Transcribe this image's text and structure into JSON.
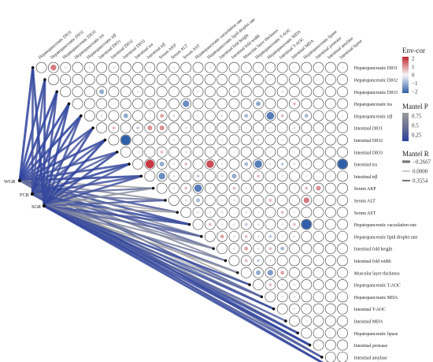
{
  "chart_data": {
    "type": "heatmap",
    "variables": [
      "Hepatopancreatic DIO1",
      "Hepatopancreatic DIO2",
      "Hepatopancreatic DIO3",
      "Hepatopancreatic tra",
      "Hepatopancreatic trβ",
      "Intestinal DIO1",
      "Intestinal DIO2",
      "Intestinal DIO3",
      "Intestinal tra",
      "Intestinal trβ",
      "Serum AKP",
      "Serum ALT",
      "Serum AST",
      "Hepatopancreatic vacuolation rate",
      "Hepatopancreatic lipid droplet rate",
      "Intestinal fold height",
      "Intestinal fold width",
      "Muscular layer thickness",
      "Hepatopancreatic T-AOC",
      "Hepatopancreatic MDA",
      "Intestinal T-AOC",
      "Intestinal MDA",
      "Hepatopancreatic lipase",
      "Intestinal protease",
      "Intestinal amylase",
      "Intestinal lipase"
    ],
    "correlations": [
      [
        0,
        1,
        0.6
      ],
      [
        0,
        2,
        -0.2
      ],
      [
        0,
        4,
        0.1
      ],
      [
        0,
        6,
        -0.2
      ],
      [
        0,
        9,
        -0.1
      ],
      [
        0,
        11,
        0.1
      ],
      [
        0,
        14,
        -0.1
      ],
      [
        0,
        17,
        0.1
      ],
      [
        0,
        21,
        -0.1
      ],
      [
        0,
        23,
        0.1
      ],
      [
        0,
        25,
        -0.1
      ],
      [
        1,
        2,
        0.2
      ],
      [
        1,
        7,
        -0.1
      ],
      [
        1,
        10,
        0.1
      ],
      [
        1,
        15,
        -0.1
      ],
      [
        1,
        19,
        0.1
      ],
      [
        1,
        24,
        0.1
      ],
      [
        2,
        5,
        -0.5
      ],
      [
        2,
        8,
        0.1
      ],
      [
        2,
        13,
        -0.2
      ],
      [
        2,
        16,
        0.1
      ],
      [
        2,
        20,
        -0.2
      ],
      [
        2,
        22,
        0.1
      ],
      [
        3,
        6,
        -0.1
      ],
      [
        3,
        9,
        0.2
      ],
      [
        3,
        12,
        -0.7
      ],
      [
        3,
        14,
        0.1
      ],
      [
        3,
        18,
        -0.5
      ],
      [
        3,
        21,
        0.3
      ],
      [
        3,
        24,
        -0.1
      ],
      [
        4,
        5,
        -0.2
      ],
      [
        4,
        7,
        -0.5
      ],
      [
        4,
        10,
        0.4
      ],
      [
        4,
        11,
        -0.2
      ],
      [
        4,
        13,
        0.1
      ],
      [
        4,
        15,
        -0.2
      ],
      [
        4,
        17,
        -0.4
      ],
      [
        4,
        19,
        -0.8
      ],
      [
        4,
        20,
        0.3
      ],
      [
        4,
        22,
        -0.4
      ],
      [
        4,
        25,
        0.1
      ],
      [
        5,
        6,
        0.3
      ],
      [
        5,
        8,
        -0.3
      ],
      [
        5,
        9,
        0.5
      ],
      [
        5,
        10,
        0.5
      ],
      [
        5,
        12,
        -0.2
      ],
      [
        5,
        14,
        0.1
      ],
      [
        5,
        17,
        0.1
      ],
      [
        5,
        19,
        -0.1
      ],
      [
        5,
        21,
        0.2
      ],
      [
        6,
        7,
        -1.0
      ],
      [
        6,
        9,
        0.1
      ],
      [
        6,
        11,
        0.2
      ],
      [
        6,
        13,
        -0.1
      ],
      [
        6,
        15,
        0.1
      ],
      [
        6,
        18,
        0.2
      ],
      [
        6,
        20,
        -0.1
      ],
      [
        6,
        22,
        0.1
      ],
      [
        7,
        8,
        0.1
      ],
      [
        7,
        10,
        0.3
      ],
      [
        7,
        12,
        -0.2
      ],
      [
        7,
        14,
        0.1
      ],
      [
        7,
        16,
        -0.1
      ],
      [
        7,
        19,
        0.1
      ],
      [
        7,
        21,
        -0.1
      ],
      [
        8,
        9,
        0.9
      ],
      [
        8,
        10,
        -0.5
      ],
      [
        8,
        11,
        -0.2
      ],
      [
        8,
        12,
        0.3
      ],
      [
        8,
        14,
        0.8
      ],
      [
        8,
        15,
        0.2
      ],
      [
        8,
        17,
        -0.4
      ],
      [
        8,
        18,
        -0.8
      ],
      [
        8,
        19,
        0.2
      ],
      [
        8,
        20,
        -0.3
      ],
      [
        8,
        21,
        0.2
      ],
      [
        8,
        22,
        -0.2
      ],
      [
        8,
        25,
        -1.0
      ],
      [
        9,
        10,
        -0.7
      ],
      [
        9,
        11,
        0.2
      ],
      [
        9,
        12,
        -0.1
      ],
      [
        9,
        13,
        -0.3
      ],
      [
        9,
        15,
        0.2
      ],
      [
        9,
        16,
        -0.5
      ],
      [
        9,
        18,
        0.3
      ],
      [
        9,
        20,
        -0.2
      ],
      [
        9,
        22,
        0.1
      ],
      [
        9,
        24,
        -0.1
      ],
      [
        10,
        11,
        -0.2
      ],
      [
        10,
        12,
        0.3
      ],
      [
        10,
        13,
        -0.8
      ],
      [
        10,
        14,
        0.2
      ],
      [
        10,
        16,
        0.3
      ],
      [
        10,
        17,
        -0.2
      ],
      [
        10,
        19,
        0.2
      ],
      [
        10,
        21,
        0.1
      ],
      [
        10,
        22,
        0.3
      ],
      [
        10,
        23,
        0.5
      ],
      [
        11,
        12,
        0.2
      ],
      [
        11,
        13,
        -0.4
      ],
      [
        11,
        15,
        0.1
      ],
      [
        11,
        16,
        -0.2
      ],
      [
        11,
        18,
        -0.1
      ],
      [
        11,
        19,
        0.3
      ],
      [
        11,
        20,
        -0.1
      ],
      [
        11,
        22,
        0.6
      ],
      [
        12,
        13,
        0.2
      ],
      [
        12,
        14,
        -0.2
      ],
      [
        12,
        15,
        0.2
      ],
      [
        12,
        17,
        0.2
      ],
      [
        12,
        18,
        -0.1
      ],
      [
        12,
        20,
        0.3
      ],
      [
        12,
        21,
        -0.1
      ],
      [
        13,
        14,
        0.3
      ],
      [
        13,
        15,
        -0.2
      ],
      [
        13,
        16,
        0.2
      ],
      [
        13,
        17,
        -0.3
      ],
      [
        13,
        18,
        0.2
      ],
      [
        13,
        20,
        -0.2
      ],
      [
        13,
        21,
        0.3
      ],
      [
        13,
        22,
        -1.0
      ],
      [
        14,
        15,
        0.4
      ],
      [
        14,
        16,
        -0.2
      ],
      [
        14,
        17,
        0.3
      ],
      [
        14,
        18,
        0.2
      ],
      [
        14,
        19,
        -0.3
      ],
      [
        14,
        20,
        0.1
      ],
      [
        14,
        21,
        0.2
      ],
      [
        15,
        16,
        -0.2
      ],
      [
        15,
        17,
        0.4
      ],
      [
        15,
        18,
        -0.2
      ],
      [
        15,
        19,
        0.3
      ],
      [
        15,
        20,
        -0.4
      ],
      [
        16,
        17,
        0.3
      ],
      [
        16,
        18,
        -0.3
      ],
      [
        16,
        19,
        0.2
      ],
      [
        16,
        21,
        -0.1
      ],
      [
        17,
        18,
        -0.5
      ],
      [
        17,
        19,
        -0.6
      ],
      [
        17,
        20,
        0.4
      ],
      [
        17,
        21,
        0.1
      ],
      [
        18,
        19,
        0.3
      ],
      [
        18,
        20,
        -0.2
      ],
      [
        18,
        21,
        0.2
      ],
      [
        19,
        20,
        0.2
      ],
      [
        19,
        21,
        -0.2
      ],
      [
        20,
        21,
        0.2
      ],
      [
        20,
        22,
        -0.1
      ],
      [
        21,
        22,
        0.1
      ]
    ],
    "env_cor_scale": [
      -2,
      2
    ],
    "env_cor_ticks": [
      "2",
      "1",
      "0",
      "−1",
      "−2"
    ],
    "legend_env_title": "Env-cor",
    "legend_mantel_p_title": "Mantel P",
    "mantel_p_ticks": [
      "0.75",
      "0.5",
      "0.25"
    ],
    "legend_mantel_r_title": "Mantel R",
    "mantel_r_ticks": [
      "−0.2667",
      "0.0000",
      "0.3554"
    ],
    "mantel_sources": [
      "WGR",
      "FCR",
      "SGR"
    ],
    "mantel_edges": [
      [
        0,
        0,
        0.33,
        0.1
      ],
      [
        0,
        1,
        0.3,
        0.15
      ],
      [
        0,
        2,
        0.34,
        0.08
      ],
      [
        0,
        3,
        0.32,
        0.12
      ],
      [
        0,
        4,
        0.35,
        0.05
      ],
      [
        0,
        5,
        0.25,
        0.2
      ],
      [
        0,
        6,
        0.3,
        0.15
      ],
      [
        0,
        7,
        0.22,
        0.25
      ],
      [
        0,
        8,
        0.28,
        0.2
      ],
      [
        0,
        9,
        0.3,
        0.15
      ],
      [
        0,
        10,
        0.05,
        0.9
      ],
      [
        0,
        11,
        0.1,
        0.75
      ],
      [
        0,
        12,
        0.2,
        0.3
      ],
      [
        0,
        13,
        0.25,
        0.2
      ],
      [
        0,
        14,
        0.1,
        0.7
      ],
      [
        0,
        15,
        0.15,
        0.45
      ],
      [
        0,
        16,
        0.1,
        0.7
      ],
      [
        0,
        18,
        0.05,
        0.9
      ],
      [
        0,
        19,
        0.2,
        0.35
      ],
      [
        0,
        22,
        0.05,
        0.9
      ],
      [
        0,
        24,
        0.15,
        0.5
      ],
      [
        1,
        0,
        0.25,
        0.25
      ],
      [
        1,
        1,
        0.2,
        0.3
      ],
      [
        1,
        2,
        0.3,
        0.15
      ],
      [
        1,
        3,
        0.3,
        0.15
      ],
      [
        1,
        4,
        0.28,
        0.18
      ],
      [
        1,
        5,
        0.22,
        0.3
      ],
      [
        1,
        6,
        0.25,
        0.25
      ],
      [
        1,
        7,
        0.18,
        0.35
      ],
      [
        1,
        8,
        0.3,
        0.15
      ],
      [
        1,
        9,
        0.25,
        0.25
      ],
      [
        1,
        10,
        0.15,
        0.45
      ],
      [
        1,
        11,
        0.12,
        0.55
      ],
      [
        1,
        12,
        0.05,
        0.9
      ],
      [
        1,
        13,
        0.28,
        0.15
      ],
      [
        1,
        14,
        0.2,
        0.35
      ],
      [
        1,
        15,
        0.1,
        0.7
      ],
      [
        1,
        17,
        0.18,
        0.4
      ],
      [
        1,
        19,
        -0.05,
        0.9
      ],
      [
        1,
        20,
        0.12,
        0.55
      ],
      [
        1,
        22,
        0.25,
        0.25
      ],
      [
        1,
        23,
        0.3,
        0.15
      ],
      [
        1,
        25,
        0.2,
        0.35
      ],
      [
        2,
        0,
        0.3,
        0.15
      ],
      [
        2,
        1,
        0.28,
        0.18
      ],
      [
        2,
        2,
        0.25,
        0.2
      ],
      [
        2,
        3,
        0.3,
        0.15
      ],
      [
        2,
        4,
        0.25,
        0.22
      ],
      [
        2,
        5,
        0.3,
        0.15
      ],
      [
        2,
        6,
        0.32,
        0.12
      ],
      [
        2,
        7,
        0.28,
        0.18
      ],
      [
        2,
        8,
        0.2,
        0.3
      ],
      [
        2,
        9,
        0.25,
        0.25
      ],
      [
        2,
        10,
        0.1,
        0.75
      ],
      [
        2,
        11,
        0.18,
        0.35
      ],
      [
        2,
        12,
        0.05,
        0.85
      ],
      [
        2,
        13,
        0.22,
        0.25
      ],
      [
        2,
        14,
        0.15,
        0.45
      ],
      [
        2,
        15,
        0.1,
        0.7
      ],
      [
        2,
        16,
        0.12,
        0.6
      ],
      [
        2,
        17,
        0.05,
        0.9
      ],
      [
        2,
        18,
        0.25,
        0.2
      ],
      [
        2,
        19,
        0.2,
        0.35
      ],
      [
        2,
        20,
        0.28,
        0.18
      ],
      [
        2,
        21,
        0.2,
        0.35
      ],
      [
        2,
        22,
        0.25,
        0.25
      ],
      [
        2,
        23,
        0.3,
        0.15
      ],
      [
        2,
        24,
        0.22,
        0.28
      ],
      [
        2,
        25,
        0.3,
        0.15
      ]
    ]
  }
}
